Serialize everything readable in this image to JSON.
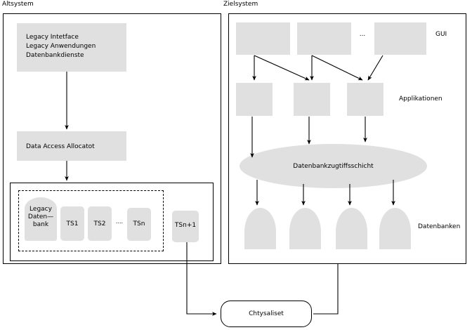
{
  "diagram": {
    "title_left": "Altsystem",
    "title_right": "Zielsystem",
    "legacy_block": {
      "line1": "Legacy Intetface",
      "line2": "Legacy Anwendungen",
      "line3": "Datenbankdienste"
    },
    "data_access": "Data Access Allocatot",
    "legacy_db": "Legacy\nDaten—\nbank",
    "ts_boxes": [
      "TS1",
      "TS2",
      "TSn"
    ],
    "ts_ellipsis": "....",
    "ts_extra": "TSn+1",
    "gui_ellipsis": "...",
    "right_labels": {
      "gui": "GUI",
      "applications": "Applikationen",
      "databases": "Datenbanken"
    },
    "access_layer": "Datenbankzugtiffsschicht",
    "chrysalis": "Chtysaliset"
  },
  "colors": {
    "fill": "#e0e0e0",
    "stroke": "#000000",
    "page": "#ffffff"
  }
}
